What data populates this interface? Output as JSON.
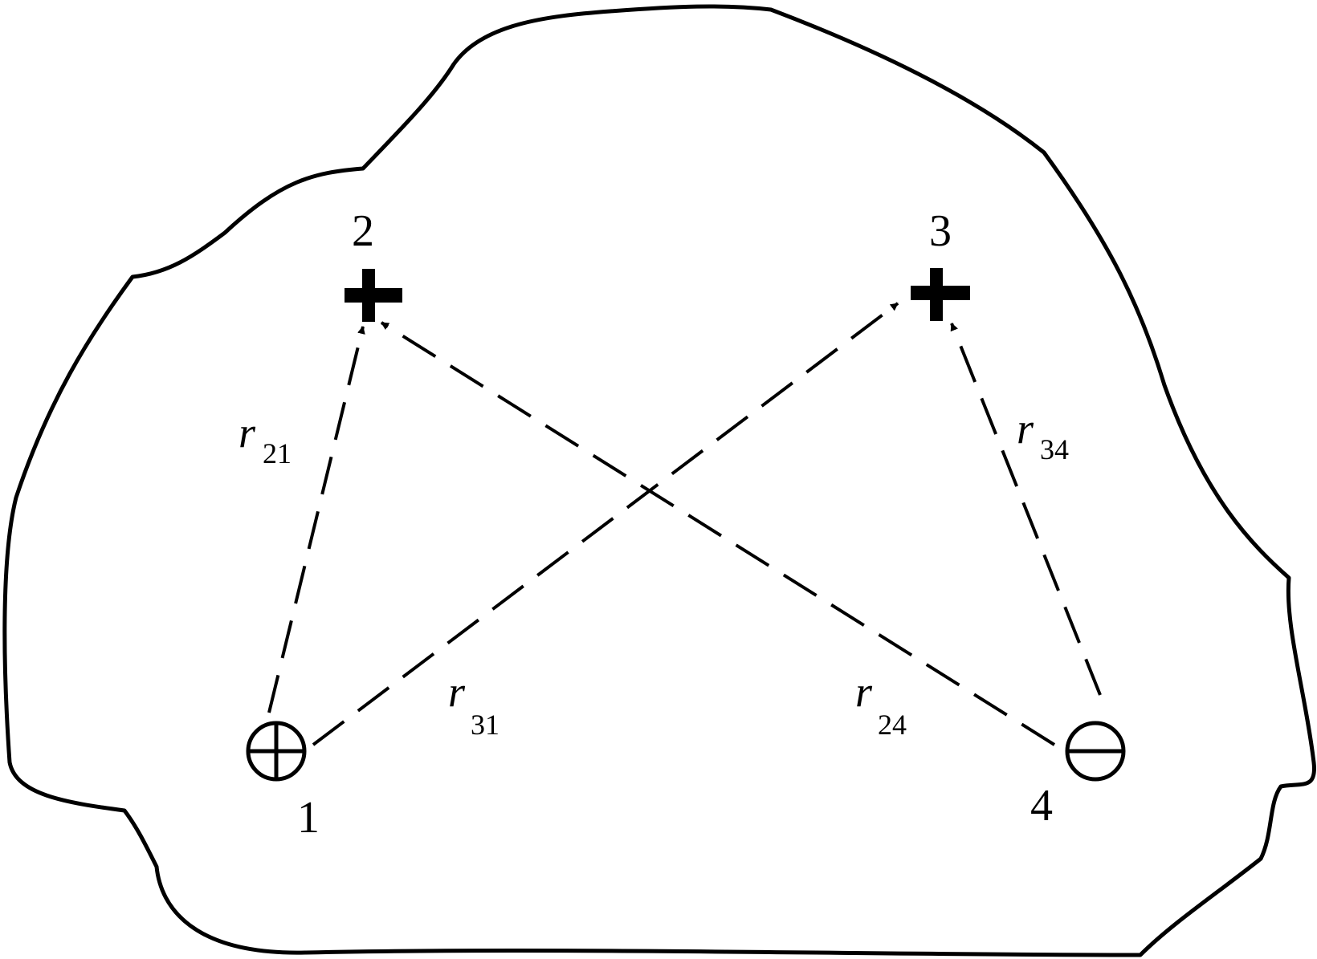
{
  "points": {
    "p1": {
      "label": "1",
      "type": "positive-current-electrode"
    },
    "p2": {
      "label": "2",
      "type": "potential-electrode"
    },
    "p3": {
      "label": "3",
      "type": "potential-electrode"
    },
    "p4": {
      "label": "4",
      "type": "negative-current-electrode"
    }
  },
  "distances": {
    "r21": {
      "symbol": "r",
      "subscript": "21"
    },
    "r31": {
      "symbol": "r",
      "subscript": "31"
    },
    "r24": {
      "symbol": "r",
      "subscript": "24"
    },
    "r34": {
      "symbol": "r",
      "subscript": "34"
    }
  },
  "colors": {
    "stroke": "#000000",
    "background": "#ffffff"
  }
}
